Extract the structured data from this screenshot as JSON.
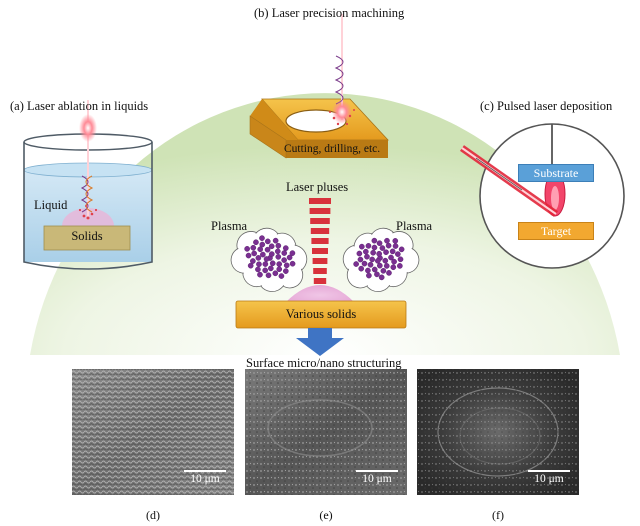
{
  "panels": {
    "a": {
      "title": "(a) Laser ablation in liquids",
      "liquid": "Liquid",
      "solids": "Solids"
    },
    "b": {
      "title": "(b) Laser precision machining",
      "plate": "Cutting, drilling, etc."
    },
    "c": {
      "title": "(c) Pulsed laser deposition",
      "substrate": "Substrate",
      "target": "Target"
    }
  },
  "center": {
    "pulses": "Laser pluses",
    "plasma_left": "Plasma",
    "plasma_right": "Plasma",
    "solids": "Various solids",
    "arrow_caption": "Surface micro/nano structuring"
  },
  "images": [
    {
      "scale": "10 μm",
      "label": "(d)"
    },
    {
      "scale": "10 μm",
      "label": "(e)"
    },
    {
      "scale": "10 μm",
      "label": "(f)"
    }
  ],
  "colors": {
    "gold": "#e8a92a",
    "solid_tan": "#c9b878",
    "liquid": "#a9cfe8",
    "substrate": "#5aa0d8",
    "target": "#f2a830",
    "laser": "#e3263a",
    "plasma": "#7a2f91",
    "arrow": "#3f74c4"
  }
}
